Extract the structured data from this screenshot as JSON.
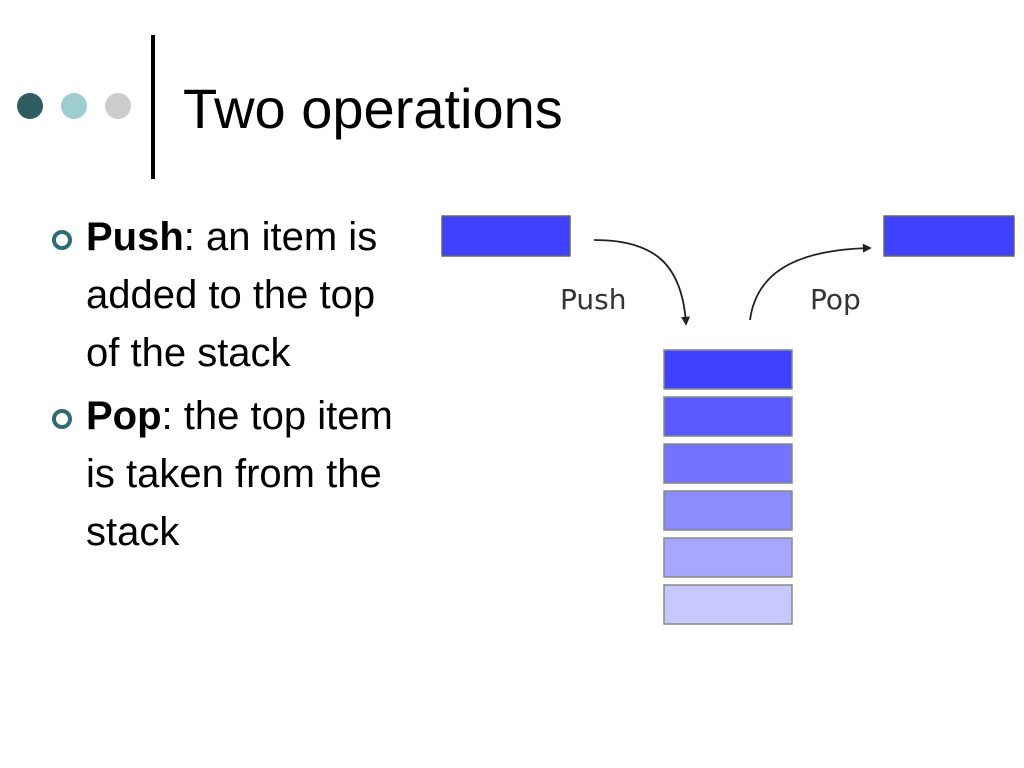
{
  "slide": {
    "title": "Two operations",
    "decor_dots": [
      {
        "name": "decor-dot-dark",
        "color": "#2f5c60"
      },
      {
        "name": "decor-dot-teal",
        "color": "#9ecdd0"
      },
      {
        "name": "decor-dot-gray",
        "color": "#cccccc"
      }
    ],
    "bullet_marker_color": "#2f6b73"
  },
  "bullets": [
    {
      "term": "Push",
      "text": ": an item is added to the top of the stack"
    },
    {
      "term": "Pop",
      "text": ": the top item is taken from the stack"
    }
  ],
  "diagram": {
    "push_label": "Push",
    "pop_label": "Pop",
    "item_color": "#4040ff",
    "stack_colors": [
      "#4040ff",
      "#5959ff",
      "#7373ff",
      "#8c8cff",
      "#a6a6ff",
      "#c8c8ff"
    ]
  }
}
